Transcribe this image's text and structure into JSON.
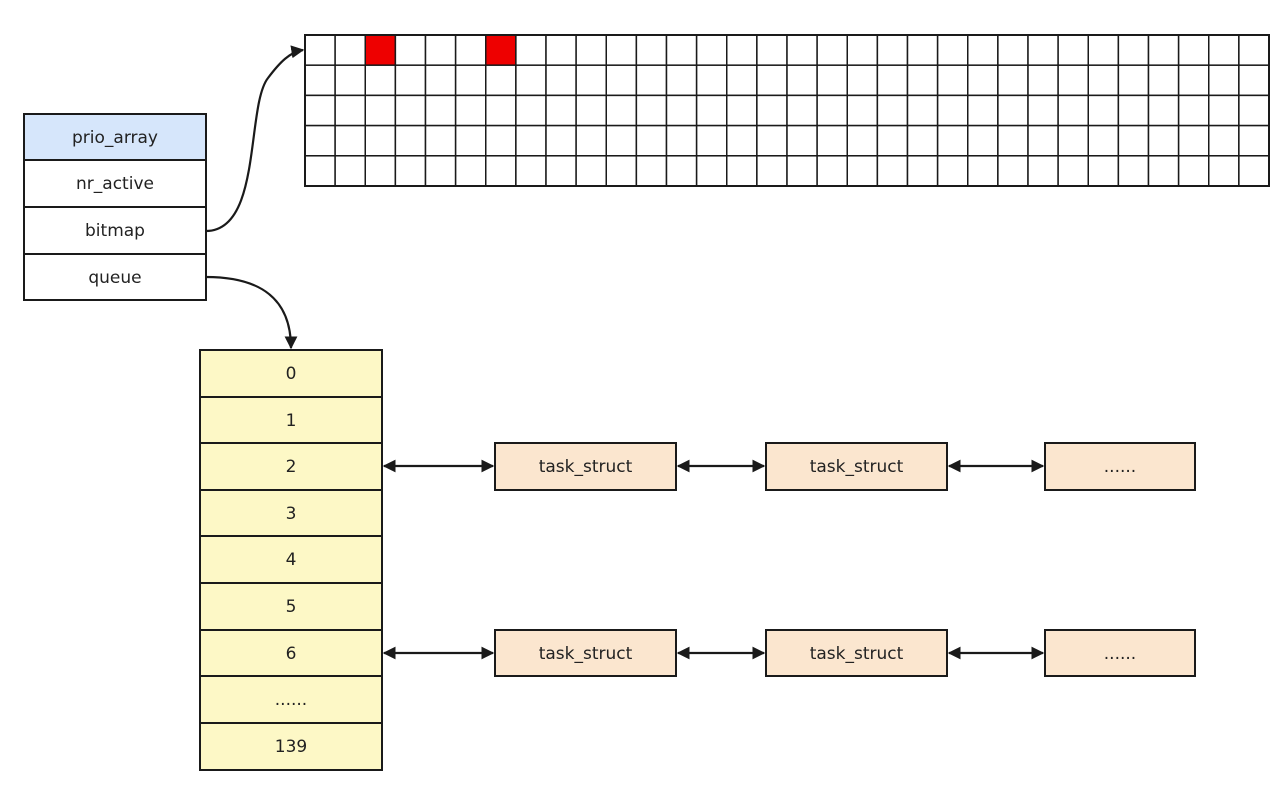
{
  "colors": {
    "struct_header_fill": "#d6e6fb",
    "struct_fill": "#ffffff",
    "queue_fill": "#fdf8c6",
    "task_fill": "#fbe6cf",
    "bitmap_set": "#ee0000",
    "bitmap_clear": "#ffffff",
    "line": "#1a1a1a"
  },
  "struct": {
    "header": "prio_array",
    "fields": [
      "nr_active",
      "bitmap",
      "queue"
    ]
  },
  "bitmap": {
    "rows": 5,
    "cols": 32,
    "set_cells": [
      [
        0,
        2
      ],
      [
        0,
        6
      ]
    ]
  },
  "queue": {
    "entries": [
      "0",
      "1",
      "2",
      "3",
      "4",
      "5",
      "6",
      "......",
      "139"
    ]
  },
  "task_lists": [
    {
      "queue_index": 2,
      "nodes": [
        "task_struct",
        "task_struct",
        "......"
      ]
    },
    {
      "queue_index": 6,
      "nodes": [
        "task_struct",
        "task_struct",
        "......"
      ]
    }
  ]
}
